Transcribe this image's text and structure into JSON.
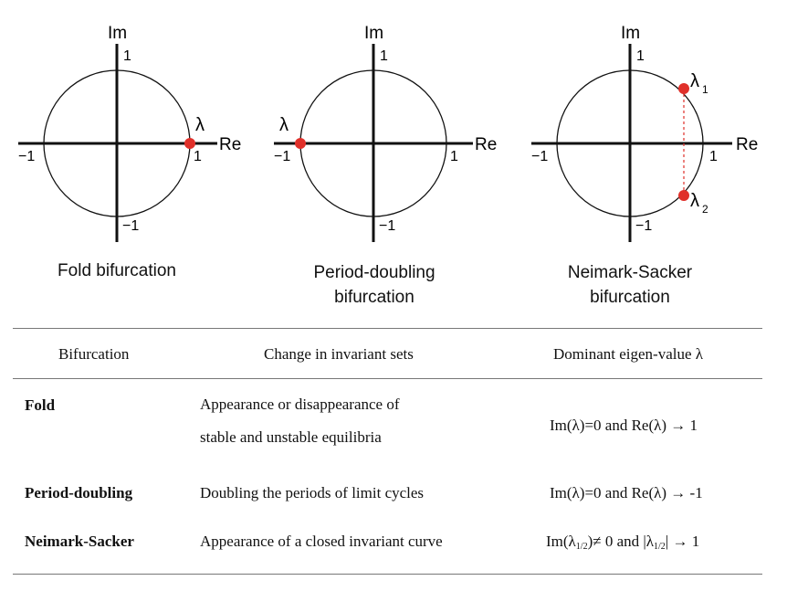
{
  "diagrams": [
    {
      "caption_lines": [
        "Fold bifurcation"
      ],
      "axis": {
        "im": "Im",
        "re": "Re",
        "one": "1",
        "neg_one": "−1",
        "neg_one_im": "−1",
        "one_im": "1"
      },
      "eigen_labels": [
        "λ"
      ]
    },
    {
      "caption_lines": [
        "Period-doubling",
        "bifurcation"
      ],
      "axis": {
        "im": "Im",
        "re": "Re",
        "one": "1",
        "neg_one": "−1",
        "neg_one_im": "−1",
        "one_im": "1"
      },
      "eigen_labels": [
        "λ"
      ]
    },
    {
      "caption_lines": [
        "Neimark-Sacker",
        "bifurcation"
      ],
      "axis": {
        "im": "Im",
        "re": "Re",
        "one": "1",
        "neg_one": "−1",
        "neg_one_im": "−1",
        "one_im": "1"
      },
      "eigen_labels": [
        "λ",
        "1",
        "λ",
        "2"
      ]
    }
  ],
  "colors": {
    "eigen_point": "#e0302a",
    "line": "#111111",
    "rule": "#777777"
  },
  "table": {
    "headers": [
      "Bifurcation",
      "Change in invariant sets",
      "Dominant eigen-value λ"
    ],
    "rows": [
      {
        "name": "Fold",
        "change": [
          "Appearance or disappearance of",
          "stable and unstable equilibria"
        ],
        "condition": "Im(λ)=0 and Re(λ) → 1"
      },
      {
        "name": "Period-doubling",
        "change": [
          "Doubling the periods of limit cycles"
        ],
        "condition": "Im(λ)=0 and Re(λ) → -1"
      },
      {
        "name": "Neimark-Sacker",
        "change": [
          "Appearance of a closed invariant curve"
        ],
        "condition_parts": [
          "Im(λ",
          "1/2",
          ")≠ 0 and |λ",
          "1/2",
          "| → 1"
        ]
      }
    ]
  }
}
